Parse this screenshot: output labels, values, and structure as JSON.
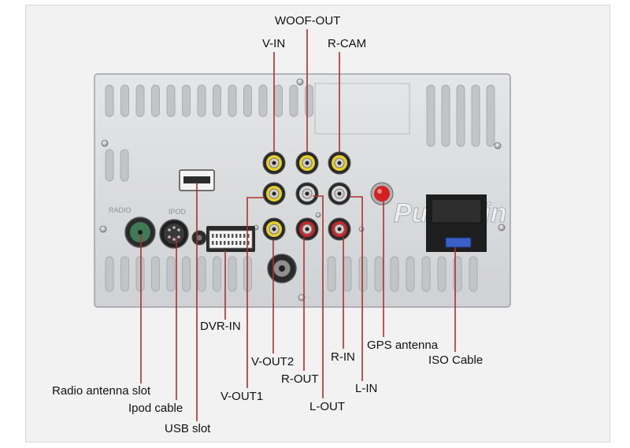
{
  "callouts": {
    "woof_out": "WOOF-OUT",
    "v_in": "V-IN",
    "r_cam": "R-CAM",
    "dvr_in": "DVR-IN",
    "gps_antenna": "GPS antenna",
    "iso_cable": "ISO Cable",
    "r_in": "R-IN",
    "v_out2": "V-OUT2",
    "r_out": "R-OUT",
    "l_in": "L-IN",
    "radio_antenna_slot": "Radio antenna slot",
    "v_out1": "V-OUT1",
    "l_out": "L-OUT",
    "ipod_cable": "Ipod cable",
    "usb_slot": "USB slot"
  },
  "panel": {
    "watermark": "Pumpkin",
    "radio_label": "RADIO",
    "ipod_label": "IPOD"
  },
  "colors": {
    "leader_line": "#b0302c",
    "panel_fill": "#dadcdd",
    "yellow_jack": "#e8d02a",
    "white_jack": "#d8d8d8",
    "red_jack": "#c8282a",
    "gps_connector": "#d42020",
    "iso_fuse": "#3a5fc8"
  }
}
